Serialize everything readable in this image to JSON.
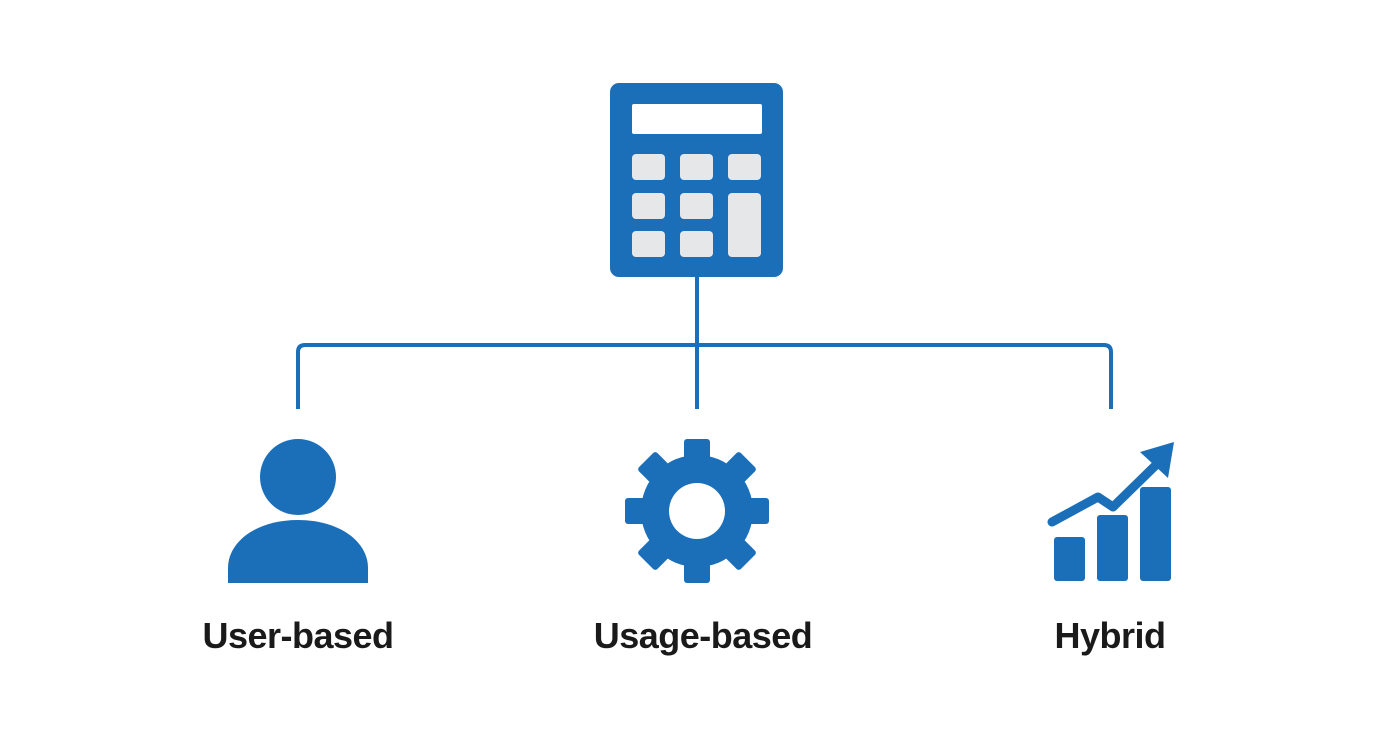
{
  "colors": {
    "accent": "#1b6fb9",
    "key_fill": "#e6e7e9",
    "text": "#1a1a1a",
    "background": "#ffffff"
  },
  "root": {
    "icon": "calculator-icon"
  },
  "nodes": [
    {
      "icon": "user-icon",
      "label": "User-based"
    },
    {
      "icon": "gear-icon",
      "label": "Usage-based"
    },
    {
      "icon": "growth-chart-icon",
      "label": "Hybrid"
    }
  ]
}
